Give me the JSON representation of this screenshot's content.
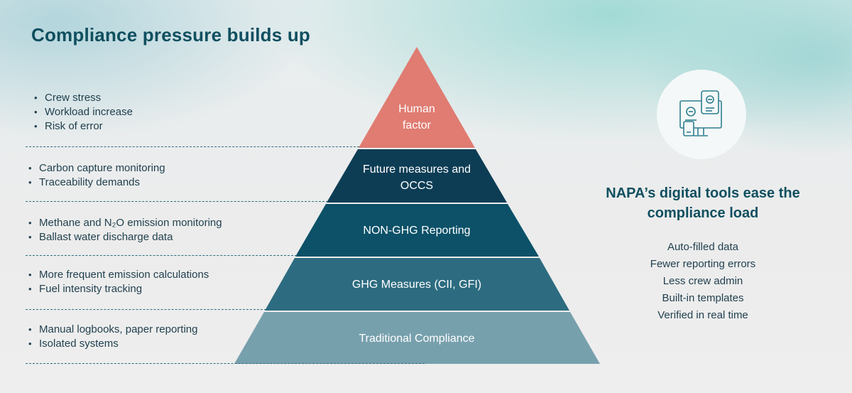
{
  "title": "Compliance pressure builds up",
  "tiers": [
    {
      "label": "Human factor",
      "color": "#e07c72",
      "bullets": [
        "Crew stress",
        "Workload increase",
        "Risk of error"
      ]
    },
    {
      "label": "Future measures and OCCS",
      "color": "#0d3d55",
      "bullets": [
        "Carbon capture monitoring",
        "Traceability demands"
      ]
    },
    {
      "label": "NON-GHG Reporting",
      "color": "#0c5168",
      "bullets": [
        "Methane and N₂O emission monitoring",
        "Ballast water discharge data"
      ]
    },
    {
      "label": "GHG Measures (CII, GFI)",
      "color": "#2d6c80",
      "bullets": [
        "More frequent emission calculations",
        "Fuel intensity tracking"
      ]
    },
    {
      "label": "Traditional Compliance",
      "color": "#77a0ad",
      "bullets": [
        "Manual logbooks, paper reporting",
        "Isolated systems"
      ]
    }
  ],
  "solution": {
    "icon": "digital-devices-icon",
    "title": "NAPA’s digital tools ease the compliance load",
    "benefits": [
      "Auto-filled data",
      "Fewer reporting errors",
      "Less crew admin",
      "Built-in templates",
      "Verified in real time"
    ]
  },
  "colors": {
    "accent": "#0f4f5f",
    "text": "#1f3f4d",
    "divider": "#2d6f80"
  }
}
